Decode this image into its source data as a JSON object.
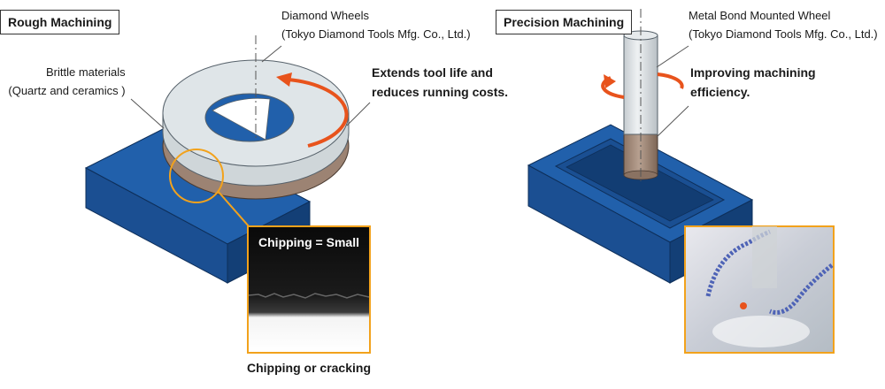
{
  "left": {
    "title": "Rough Machining",
    "wheel_label": [
      "Diamond Wheels",
      "(Tokyo Diamond Tools Mfg. Co., Ltd.)"
    ],
    "material_label": [
      "Brittle materials",
      "(Quartz and ceramics )"
    ],
    "benefit": [
      "Extends tool life and",
      "reduces running costs."
    ],
    "inset_text": "Chipping = Small",
    "inset_caption": "Chipping or cracking"
  },
  "right": {
    "title": "Precision Machining",
    "wheel_label": [
      "Metal Bond Mounted Wheel",
      "(Tokyo Diamond Tools Mfg. Co., Ltd.)"
    ],
    "benefit": [
      "Improving machining",
      "efficiency."
    ]
  },
  "colors": {
    "block_top": "#1f5aa3",
    "block_front": "#1a4f93",
    "block_side": "#123d73",
    "wheel": "#dde3e6",
    "wheel_base": "#9c8373",
    "arrow": "#e8531c",
    "callout": "#f2a21c"
  },
  "icons": {
    "rotation": "curved-arrow-icon"
  }
}
